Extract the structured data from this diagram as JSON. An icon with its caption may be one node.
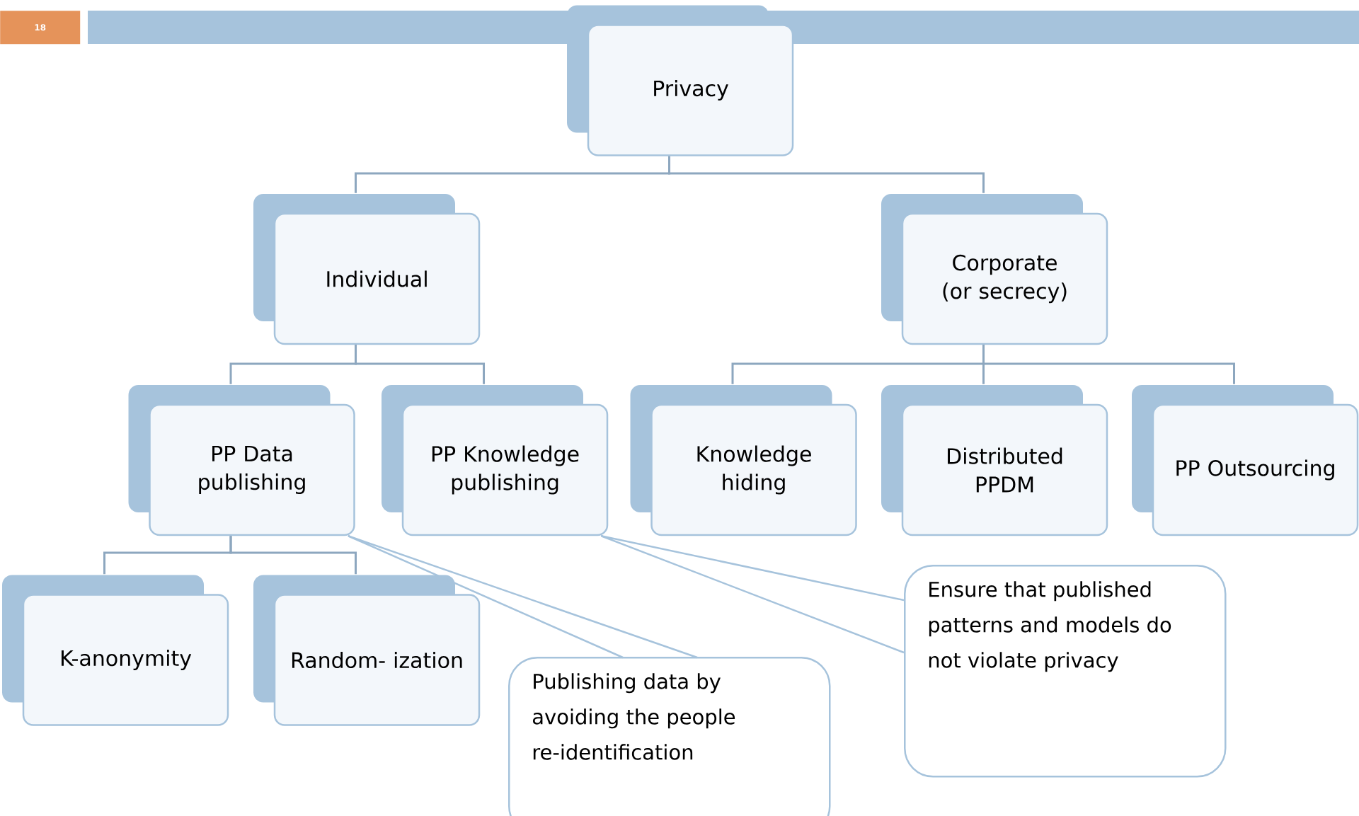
{
  "diagram": {
    "nodes": [
      {
        "text": [
          "Privacy"
        ]
      },
      {
        "text": [
          "Individual"
        ]
      },
      {
        "text": [
          "Corporate (or secrecy)"
        ]
      },
      {
        "text": [
          "PP Data publishing"
        ]
      },
      {
        "text": [
          "PP Knowledge publishing"
        ]
      },
      {
        "text": [
          "Knowledge hiding"
        ]
      },
      {
        "text": [
          "Distributed PPDM"
        ]
      },
      {
        "text": [
          "PP Outsourcing"
        ]
      },
      {
        "text": [
          "K-anonymity"
        ]
      },
      {
        "text": [
          "Random- ization"
        ]
      },
      {
        "text": [
          "Publishing data by avoiding the people re-identification"
        ]
      },
      {
        "text": [
          "Ensure that published patterns and models do not violate privacy"
        ]
      }
    ],
    "edges": [
      {
        "from": 0,
        "to": 1,
        "arrow": "none"
      },
      {
        "from": 0,
        "to": 2,
        "arrow": "none"
      },
      {
        "from": 1,
        "to": 3,
        "arrow": "none"
      },
      {
        "from": 1,
        "to": 4,
        "arrow": "none"
      },
      {
        "from": 2,
        "to": 5,
        "arrow": "none"
      },
      {
        "from": 2,
        "to": 6,
        "arrow": "none"
      },
      {
        "from": 2,
        "to": 7,
        "arrow": "none"
      },
      {
        "from": 3,
        "to": 8,
        "arrow": "none"
      },
      {
        "from": 3,
        "to": 9,
        "arrow": "none"
      },
      {
        "from": 10,
        "to": 3,
        "arrow": "none"
      },
      {
        "from": 11,
        "to": 4,
        "arrow": "none"
      }
    ],
    "labels": [
      "18"
    ]
  }
}
